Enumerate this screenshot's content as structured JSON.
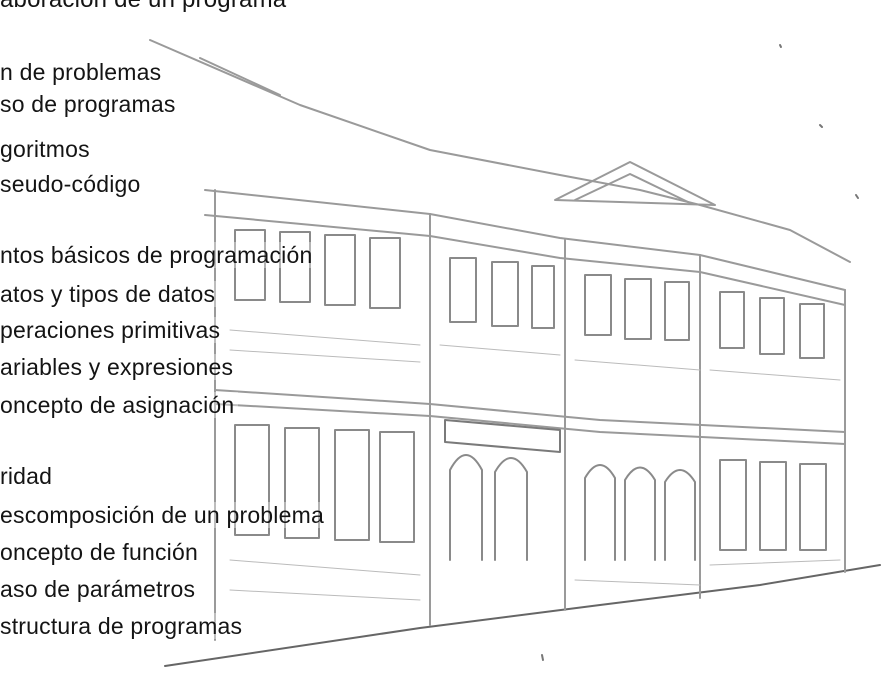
{
  "document": {
    "title": "aboración de un programa",
    "lines": [
      "n de problemas",
      "so de programas",
      "goritmos",
      "seudo-código",
      "ntos básicos de programación",
      "atos y tipos de datos",
      "peraciones primitivas",
      "ariables y expresiones",
      "oncepto de asignación",
      "ridad",
      "escomposición de un problema",
      "oncepto de función",
      "aso de parámetros",
      "structura de programas"
    ]
  },
  "background": {
    "illustration": "building-sketch",
    "ink_color": "#9a9a9a"
  }
}
